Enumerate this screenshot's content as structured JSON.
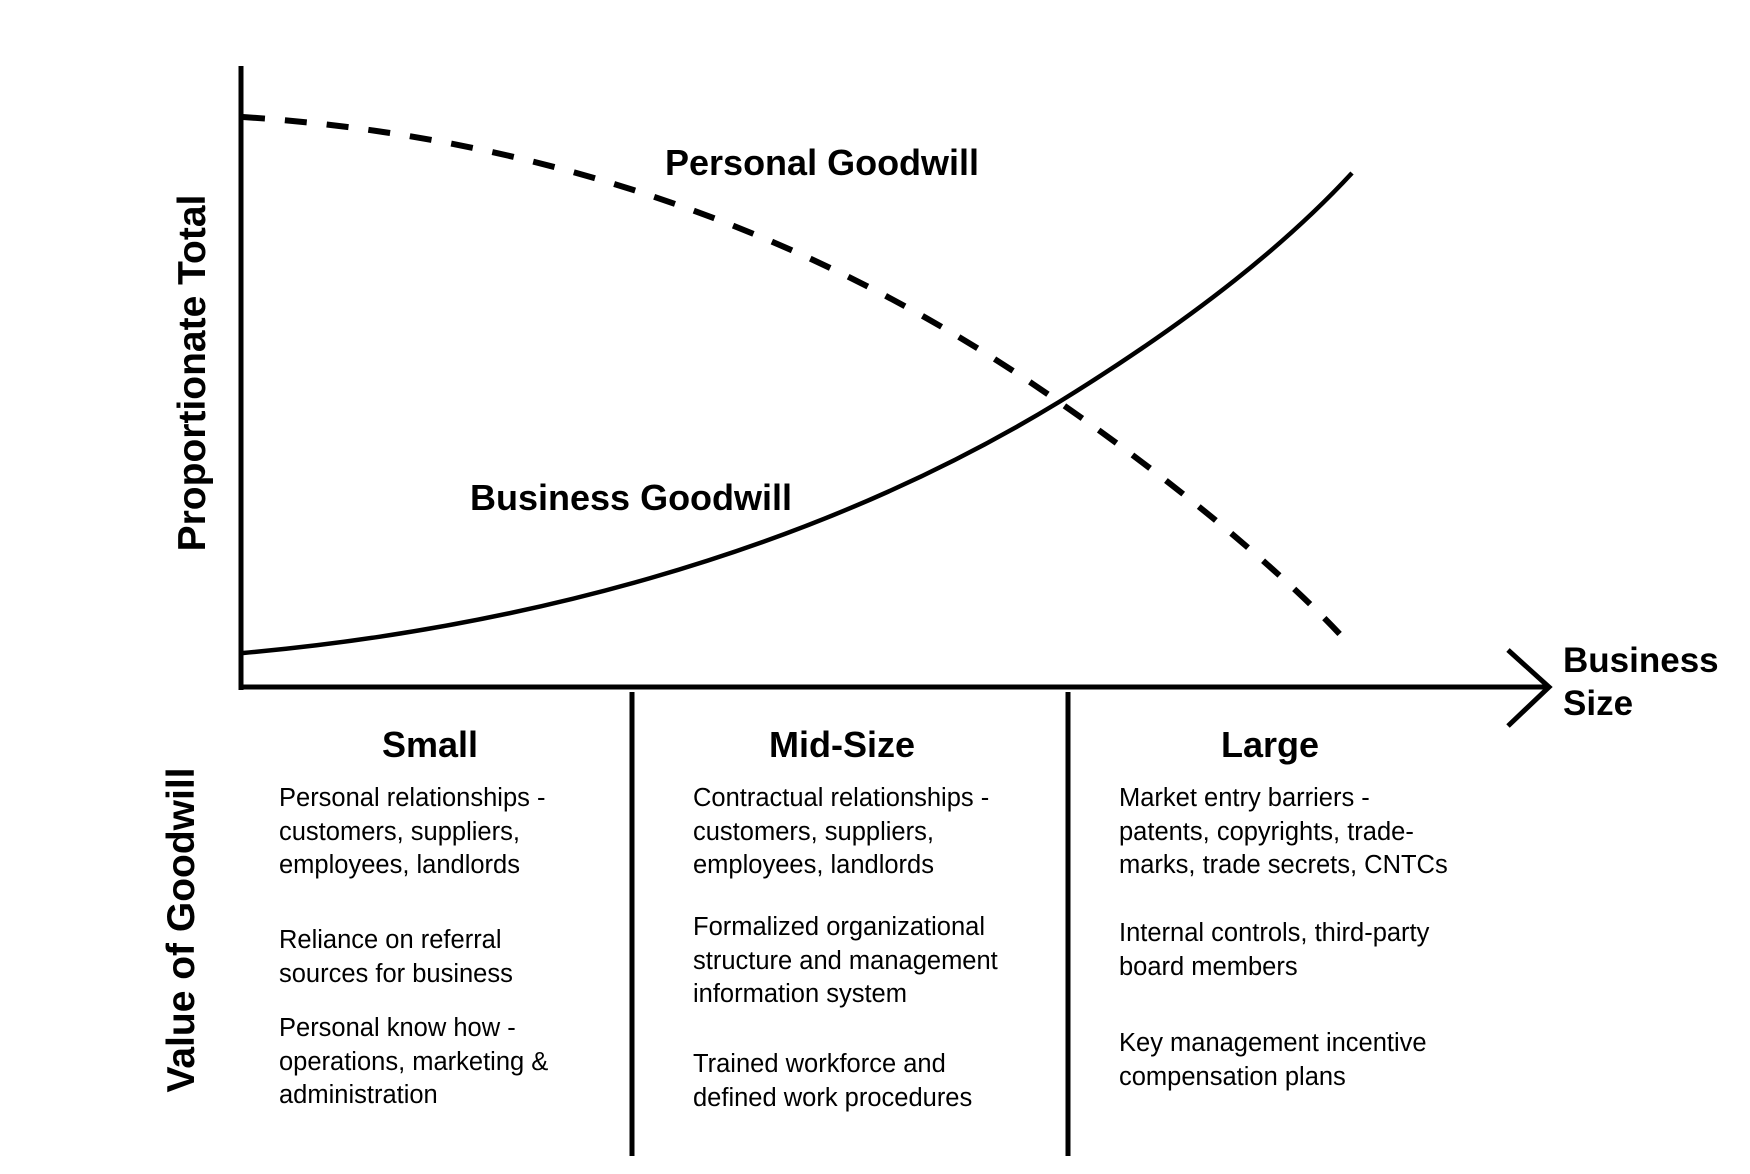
{
  "diagram": {
    "y_axis_label_top": "Proportionate Total",
    "y_axis_label_bottom": "Value of Goodwill",
    "x_axis_label_line1": "Business",
    "x_axis_label_line2": "Size",
    "curves": {
      "personal": {
        "label": "Personal Goodwill",
        "style": "dashed",
        "trend": "decreasing"
      },
      "business": {
        "label": "Business Goodwill",
        "style": "solid",
        "trend": "increasing"
      }
    },
    "columns": [
      {
        "title": "Small",
        "items": [
          "Personal relationships -\ncustomers, suppliers,\nemployees, landlords",
          "Reliance on referral\nsources for business",
          "Personal know how -\noperations, marketing &\nadministration"
        ]
      },
      {
        "title": "Mid-Size",
        "items": [
          "Contractual relationships -\ncustomers, suppliers,\nemployees, landlords",
          "Formalized organizational\nstructure and management\ninformation system",
          "Trained workforce and\ndefined work procedures"
        ]
      },
      {
        "title": "Large",
        "items": [
          "Market entry barriers -\npatents, copyrights, trade-\nmarks, trade secrets, CNTCs",
          "Internal controls, third-party\nboard members",
          "Key management incentive\ncompensation plans"
        ]
      }
    ],
    "colors": {
      "line": "#000000",
      "background": "#ffffff",
      "text": "#000000"
    }
  }
}
